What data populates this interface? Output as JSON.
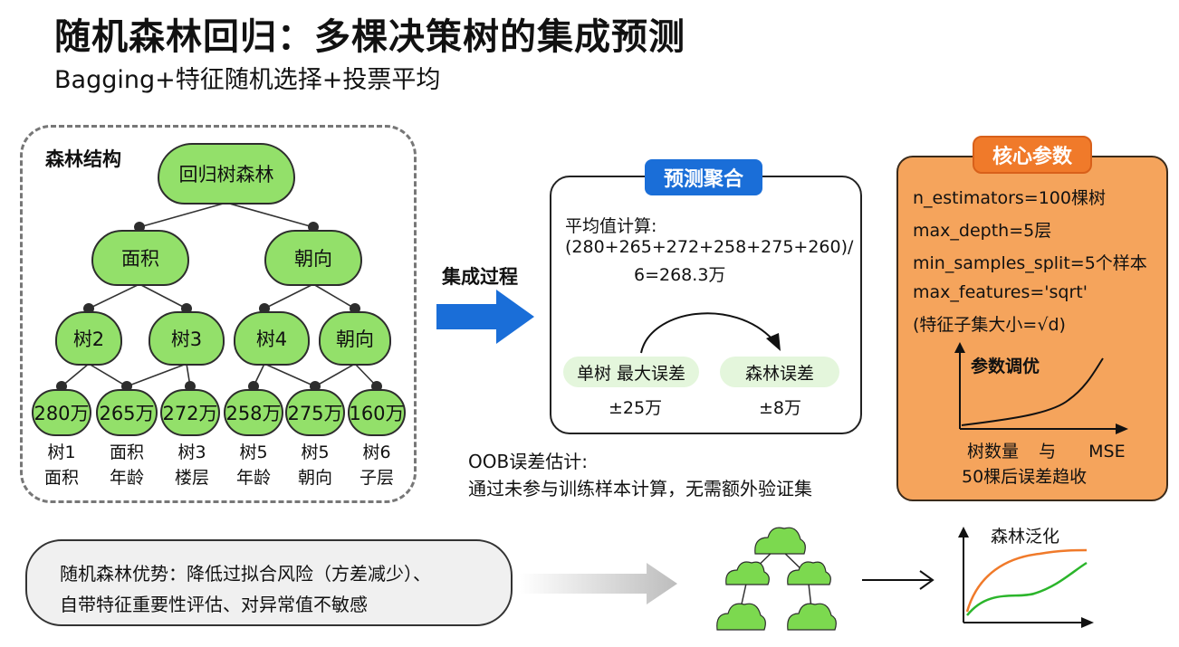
{
  "header": {
    "title": "随机森林回归：多棵决策树的集成预测",
    "subtitle": "Bagging+特征随机选择+投票平均"
  },
  "forest": {
    "label": "森林结构",
    "root": "回归树森林",
    "level1": [
      "面积",
      "朝向"
    ],
    "level2": [
      "树2",
      "树3",
      "树4",
      "朝向"
    ],
    "leaves": [
      {
        "value": "280万",
        "caption1": "树1",
        "caption2": "面积"
      },
      {
        "value": "265万",
        "caption1": "面积",
        "caption2": "年龄"
      },
      {
        "value": "272万",
        "caption1": "树3",
        "caption2": "楼层"
      },
      {
        "value": "258万",
        "caption1": "树5",
        "caption2": "年龄"
      },
      {
        "value": "275万",
        "caption1": "树5",
        "caption2": "朝向"
      },
      {
        "value": "160万",
        "caption1": "树6",
        "caption2": "子层"
      }
    ],
    "colors": {
      "node": "#93e06a",
      "stroke": "#2d2d2d"
    }
  },
  "process": {
    "label": "集成过程",
    "arrow_color": "#1a6ed8"
  },
  "prediction": {
    "tag": "预测聚合",
    "line1": "平均值计算:",
    "line2": "(280+265+272+258+275+260)/",
    "line3": "6=268.3万",
    "single_label": "单树 最大误差",
    "single_value": "±25万",
    "forest_label": "森林误差",
    "forest_value": "±8万"
  },
  "oob": {
    "line1": "OOB误差估计:",
    "line2": "通过未参与训练样本计算，无需额外验证集"
  },
  "params": {
    "tag": "核心参数",
    "lines": [
      "n_estimators=100棵树",
      "max_depth=5层",
      "min_samples_split=5个样本",
      "max_features='sqrt'",
      "(特征子集大小=√d)"
    ],
    "tuning_title": "参数调优",
    "x_caption_a": "树数量",
    "x_caption_b": "与",
    "x_caption_c": "MSE",
    "note": "50棵后误差趋收"
  },
  "advantages": {
    "line1": "随机森林优势：降低过拟合风险（方差减少）、",
    "line2": "自带特征重要性评估、对异常值不敏感"
  },
  "generalization": {
    "title": "森林泛化",
    "colors": {
      "orange": "#f07a2a",
      "green": "#2bb52b"
    }
  }
}
